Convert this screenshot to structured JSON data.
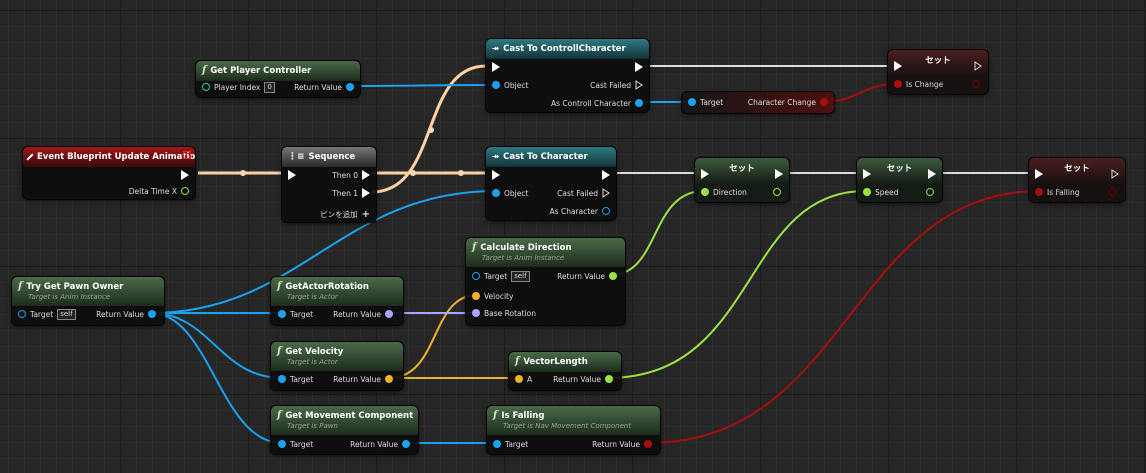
{
  "colors": {
    "exec_wire": "#ffffff",
    "exec_wire_active": "#ffd2a6",
    "object_wire": "#19a3f0",
    "float_wire": "#9be244",
    "vector_wire": "#f0b22a",
    "bool_wire": "#a80e0e",
    "rotator_wire": "#a7a6ff"
  },
  "nodes": {
    "get_player_controller": {
      "title": "Get Player Controller",
      "player_index_label": "Player Index",
      "player_index_value": "0",
      "return_value_label": "Return Value"
    },
    "cast_controll_character": {
      "title": "Cast To ControllCharacter",
      "object_label": "Object",
      "cast_failed_label": "Cast Failed",
      "as_label": "As Controll Character"
    },
    "character_change_getter": {
      "target_label": "Target",
      "value_label": "Character Change"
    },
    "set_is_change": {
      "title": "セット",
      "pin_label": "Is Change"
    },
    "event_update": {
      "title": "Event Blueprint Update Animation",
      "delta_label": "Delta Time X"
    },
    "sequence": {
      "title": "Sequence",
      "then0_label": "Then 0",
      "then1_label": "Then 1",
      "add_pin_label": "ピンを追加"
    },
    "cast_character": {
      "title": "Cast To Character",
      "object_label": "Object",
      "cast_failed_label": "Cast Failed",
      "as_label": "As Character"
    },
    "set_direction": {
      "title": "セット",
      "pin_label": "Direction"
    },
    "set_speed": {
      "title": "セット",
      "pin_label": "Speed"
    },
    "set_is_falling": {
      "title": "セット",
      "pin_label": "Is Falling"
    },
    "calculate_direction": {
      "title": "Calculate Direction",
      "subtitle": "Target is Anim Instance",
      "target_label": "Target",
      "self_label": "self",
      "return_value_label": "Return Value",
      "velocity_label": "Velocity",
      "base_rotation_label": "Base Rotation"
    },
    "try_get_pawn_owner": {
      "title": "Try Get Pawn Owner",
      "subtitle": "Target is Anim Instance",
      "target_label": "Target",
      "self_label": "self",
      "return_value_label": "Return Value"
    },
    "get_actor_rotation": {
      "title": "GetActorRotation",
      "subtitle": "Target is Actor",
      "target_label": "Target",
      "return_value_label": "Return Value"
    },
    "get_velocity": {
      "title": "Get Velocity",
      "subtitle": "Target is Actor",
      "target_label": "Target",
      "return_value_label": "Return Value"
    },
    "vector_length": {
      "title": "VectorLength",
      "a_label": "A",
      "return_value_label": "Return Value"
    },
    "get_movement_component": {
      "title": "Get Movement Component",
      "subtitle": "Target is Pawn",
      "target_label": "Target",
      "return_value_label": "Return Value"
    },
    "is_falling": {
      "title": "Is Falling",
      "subtitle": "Target is Nav Movement Component",
      "target_label": "Target",
      "return_value_label": "Return Value"
    }
  }
}
